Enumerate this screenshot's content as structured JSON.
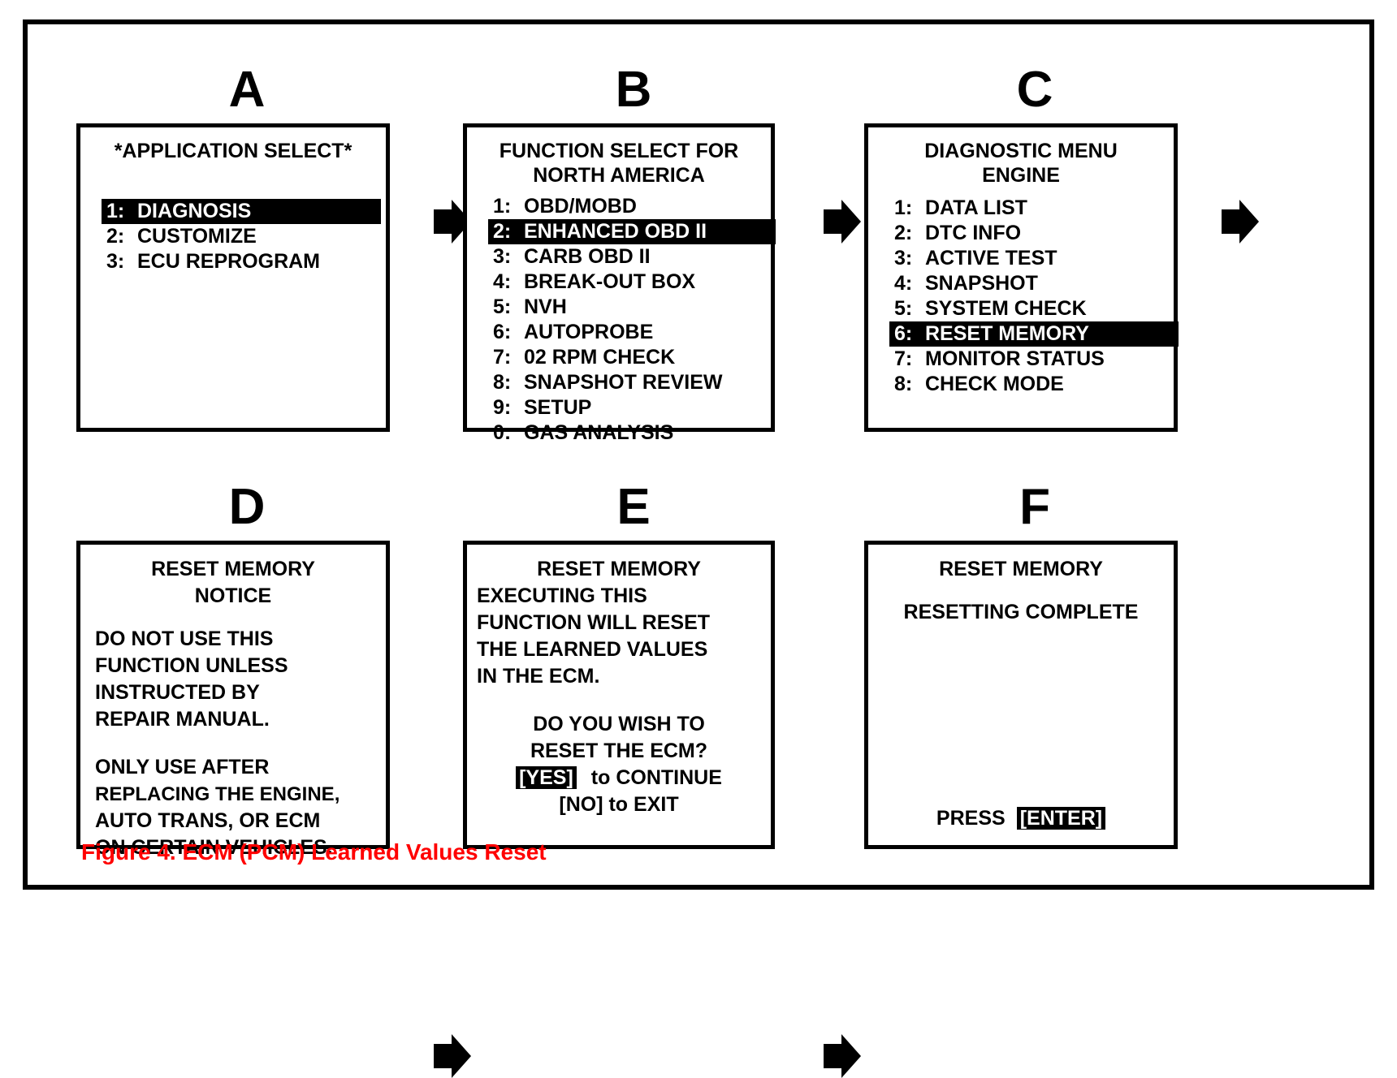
{
  "figure": {
    "caption": "Figure 4. ECM (PCM) Learned Values Reset",
    "caption_color": "#ff0000",
    "border_color": "#000000",
    "background": "#ffffff"
  },
  "panels": {
    "a": {
      "letter": "A",
      "title": "*APPLICATION SELECT*",
      "items": [
        {
          "num": "1:",
          "label": "DIAGNOSIS",
          "selected": true
        },
        {
          "num": "2:",
          "label": "CUSTOMIZE",
          "selected": false
        },
        {
          "num": "3:",
          "label": "ECU REPROGRAM",
          "selected": false
        }
      ]
    },
    "b": {
      "letter": "B",
      "title_line1": "FUNCTION SELECT FOR",
      "title_line2": "NORTH AMERICA",
      "items": [
        {
          "num": "1:",
          "label": "OBD/MOBD",
          "selected": false
        },
        {
          "num": "2:",
          "label": "ENHANCED OBD II",
          "selected": true
        },
        {
          "num": "3:",
          "label": "CARB OBD II",
          "selected": false
        },
        {
          "num": "4:",
          "label": "BREAK-OUT BOX",
          "selected": false
        },
        {
          "num": "5:",
          "label": "NVH",
          "selected": false
        },
        {
          "num": "6:",
          "label": "AUTOPROBE",
          "selected": false
        },
        {
          "num": "7:",
          "label": "02 RPM CHECK",
          "selected": false
        },
        {
          "num": "8:",
          "label": "SNAPSHOT REVIEW",
          "selected": false
        },
        {
          "num": "9:",
          "label": "SETUP",
          "selected": false
        },
        {
          "num": "0:",
          "label": "GAS ANALYSIS",
          "selected": false
        }
      ]
    },
    "c": {
      "letter": "C",
      "title_line1": "DIAGNOSTIC MENU",
      "title_line2": "ENGINE",
      "items": [
        {
          "num": "1:",
          "label": "DATA LIST",
          "selected": false
        },
        {
          "num": "2:",
          "label": "DTC INFO",
          "selected": false
        },
        {
          "num": "3:",
          "label": "ACTIVE TEST",
          "selected": false
        },
        {
          "num": "4:",
          "label": "SNAPSHOT",
          "selected": false
        },
        {
          "num": "5:",
          "label": "SYSTEM CHECK",
          "selected": false
        },
        {
          "num": "6:",
          "label": "RESET MEMORY",
          "selected": true
        },
        {
          "num": "7:",
          "label": "MONITOR STATUS",
          "selected": false
        },
        {
          "num": "8:",
          "label": "CHECK MODE",
          "selected": false
        }
      ]
    },
    "d": {
      "letter": "D",
      "title_line1": "RESET MEMORY",
      "title_line2": "NOTICE",
      "body1": [
        "DO NOT USE THIS",
        "FUNCTION UNLESS",
        "INSTRUCTED BY",
        "REPAIR MANUAL."
      ],
      "body2": [
        "ONLY USE AFTER",
        "REPLACING THE ENGINE,",
        "AUTO TRANS, OR ECM",
        "ON CERTAIN VEHICLES."
      ]
    },
    "e": {
      "letter": "E",
      "title": "RESET MEMORY",
      "body": [
        "EXECUTING THIS",
        "FUNCTION WILL RESET",
        "THE LEARNED VALUES",
        "IN THE ECM."
      ],
      "question1": "DO YOU WISH TO",
      "question2": "RESET THE ECM?",
      "yes_key": "[YES]",
      "yes_action": "to CONTINUE",
      "no_line": "[NO] to EXIT"
    },
    "f": {
      "letter": "F",
      "title": "RESET MEMORY",
      "status": "RESETTING COMPLETE",
      "press_label": "PRESS",
      "enter_key": "[ENTER]"
    }
  },
  "arrows": {
    "a_to_b": "arrow-right-icon",
    "b_to_c": "arrow-right-icon",
    "c_to_next": "arrow-right-icon",
    "d_to_e": "arrow-right-icon",
    "e_to_f": "arrow-right-icon"
  }
}
